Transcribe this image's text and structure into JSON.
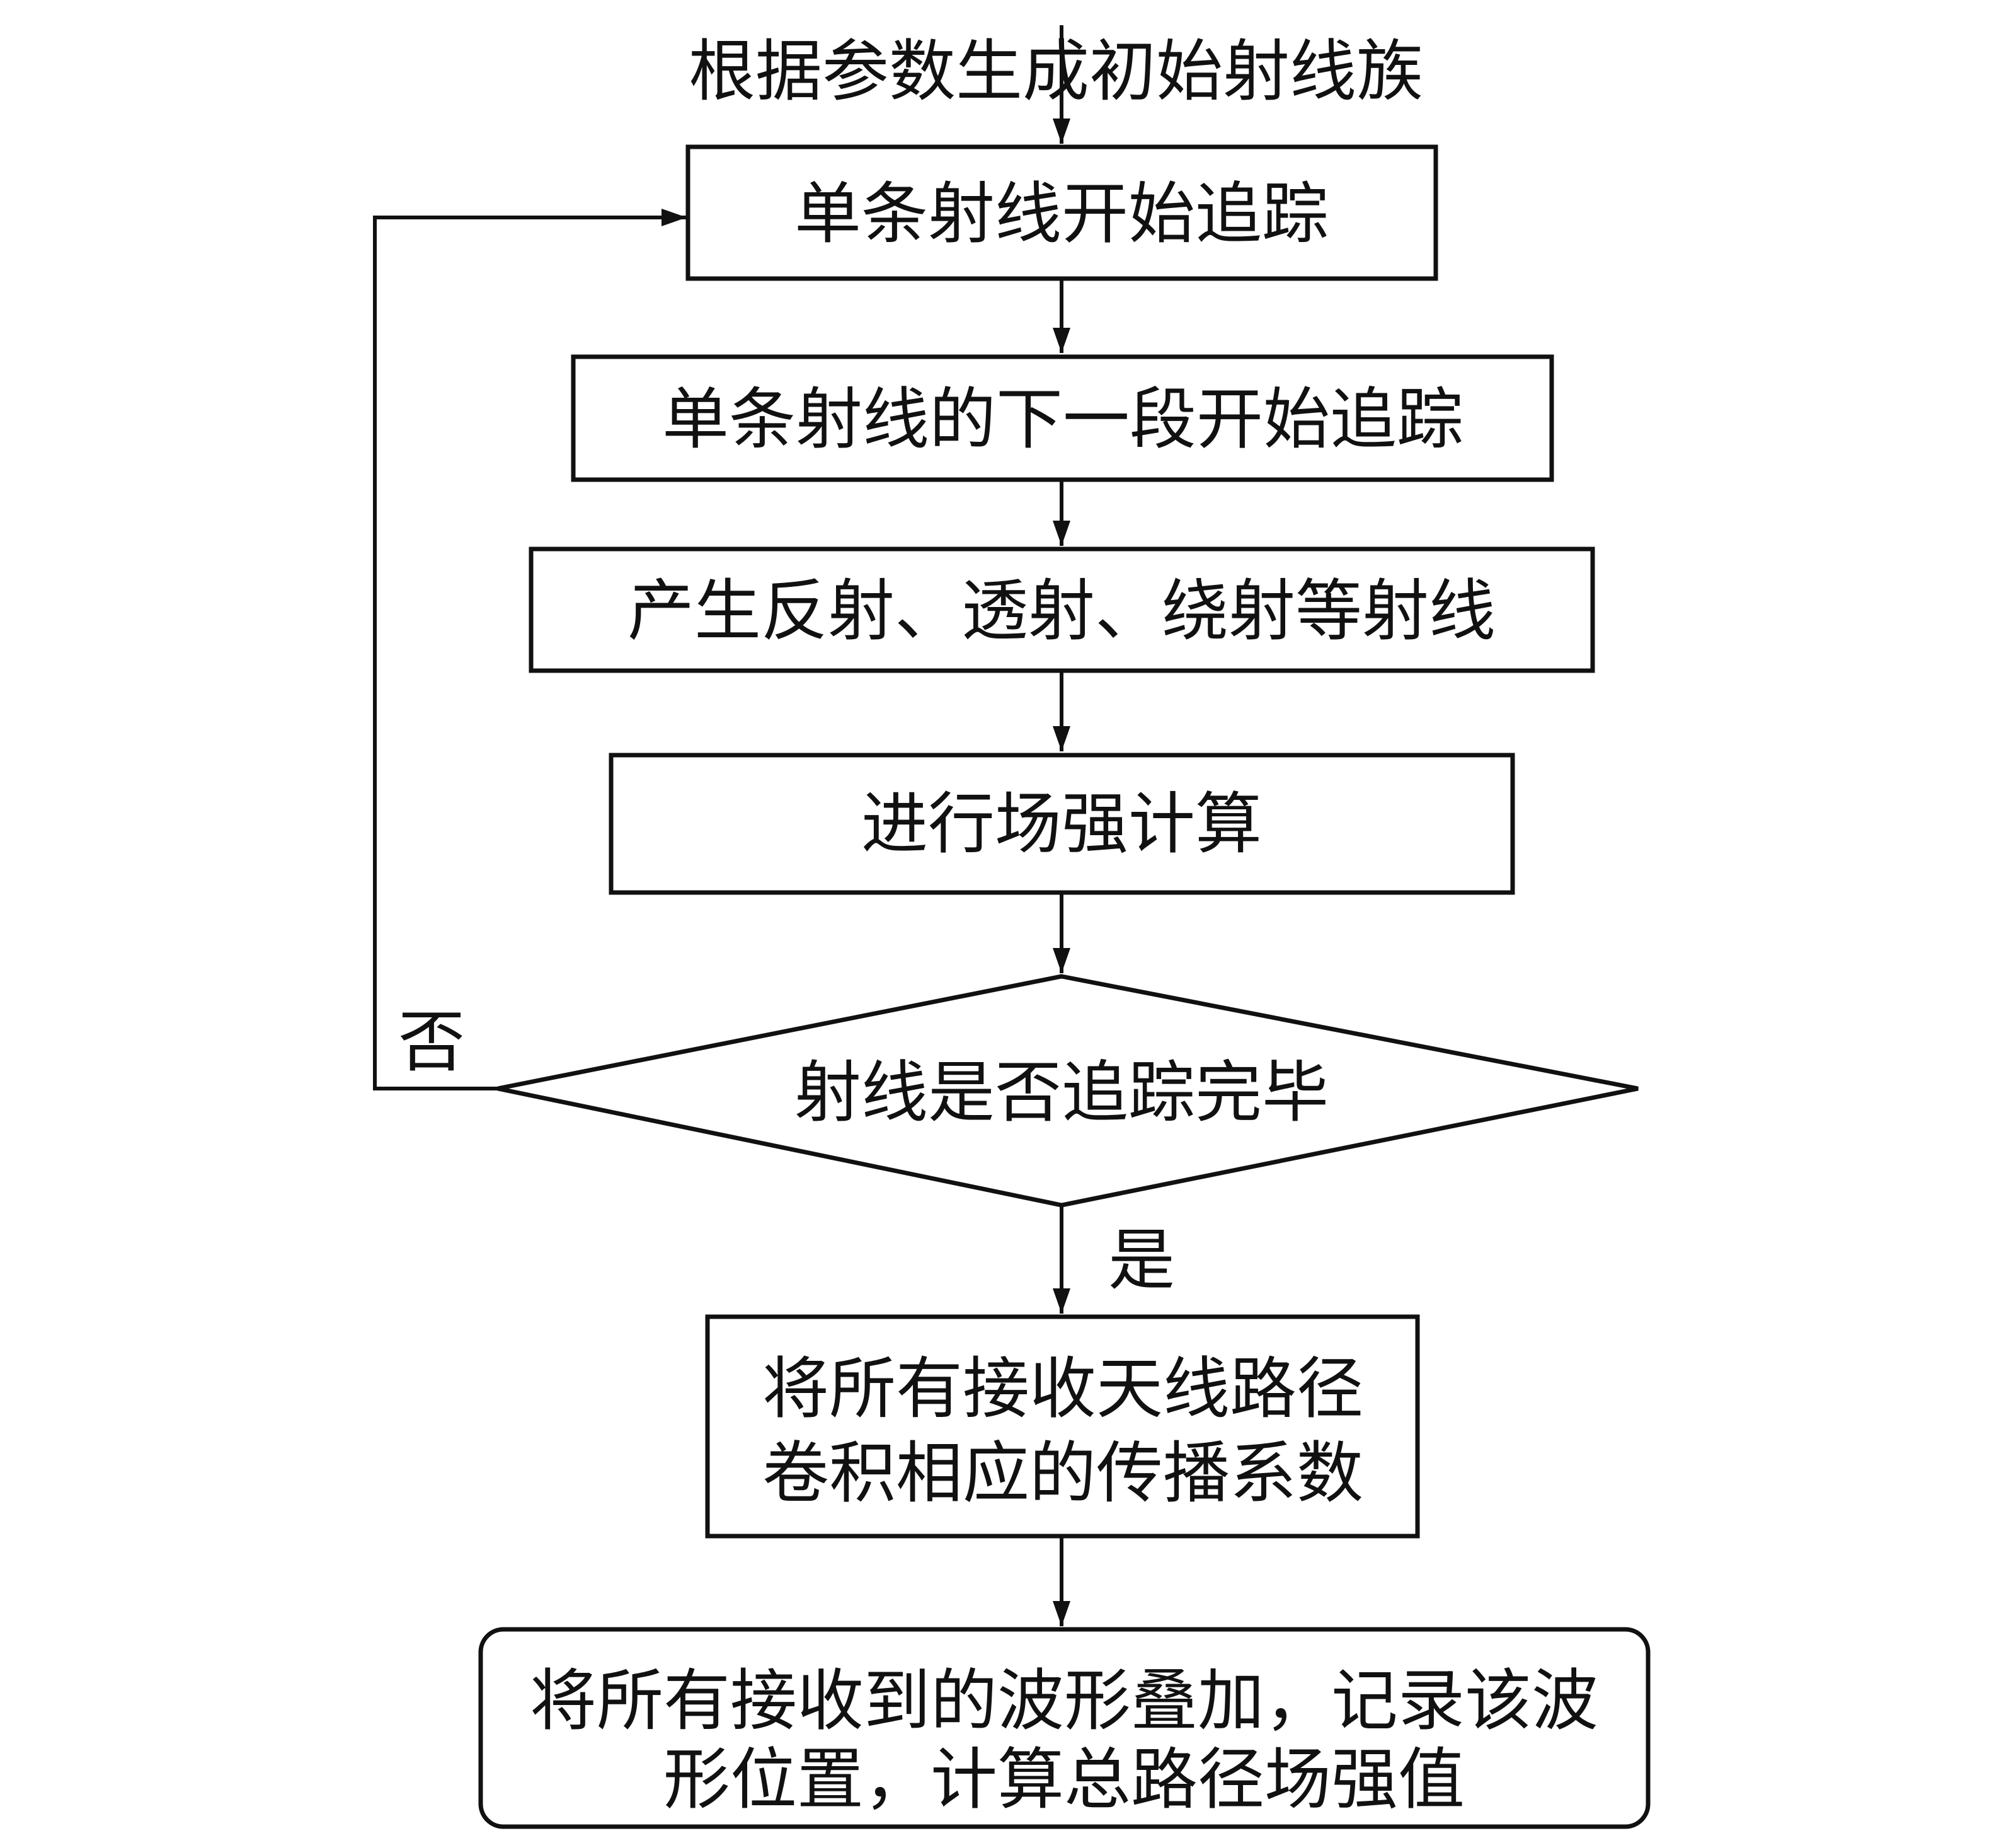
{
  "start_label": "根据参数生成初始射线族",
  "nodes": {
    "start_trace": "单条射线开始追踪",
    "next_segment": "单条射线的下一段开始追踪",
    "generate_rays": "产生反射、透射、绕射等射线",
    "field_strength": "进行场强计算",
    "decision": "射线是否追踪完毕",
    "convolve_line1": "将所有接收天线路径",
    "convolve_line2": "卷积相应的传播系数",
    "final_line1": "将所有接收到的波形叠加，记录该波",
    "final_line2": "形位置，计算总路径场强值"
  },
  "edge_labels": {
    "no": "否",
    "yes": "是"
  }
}
